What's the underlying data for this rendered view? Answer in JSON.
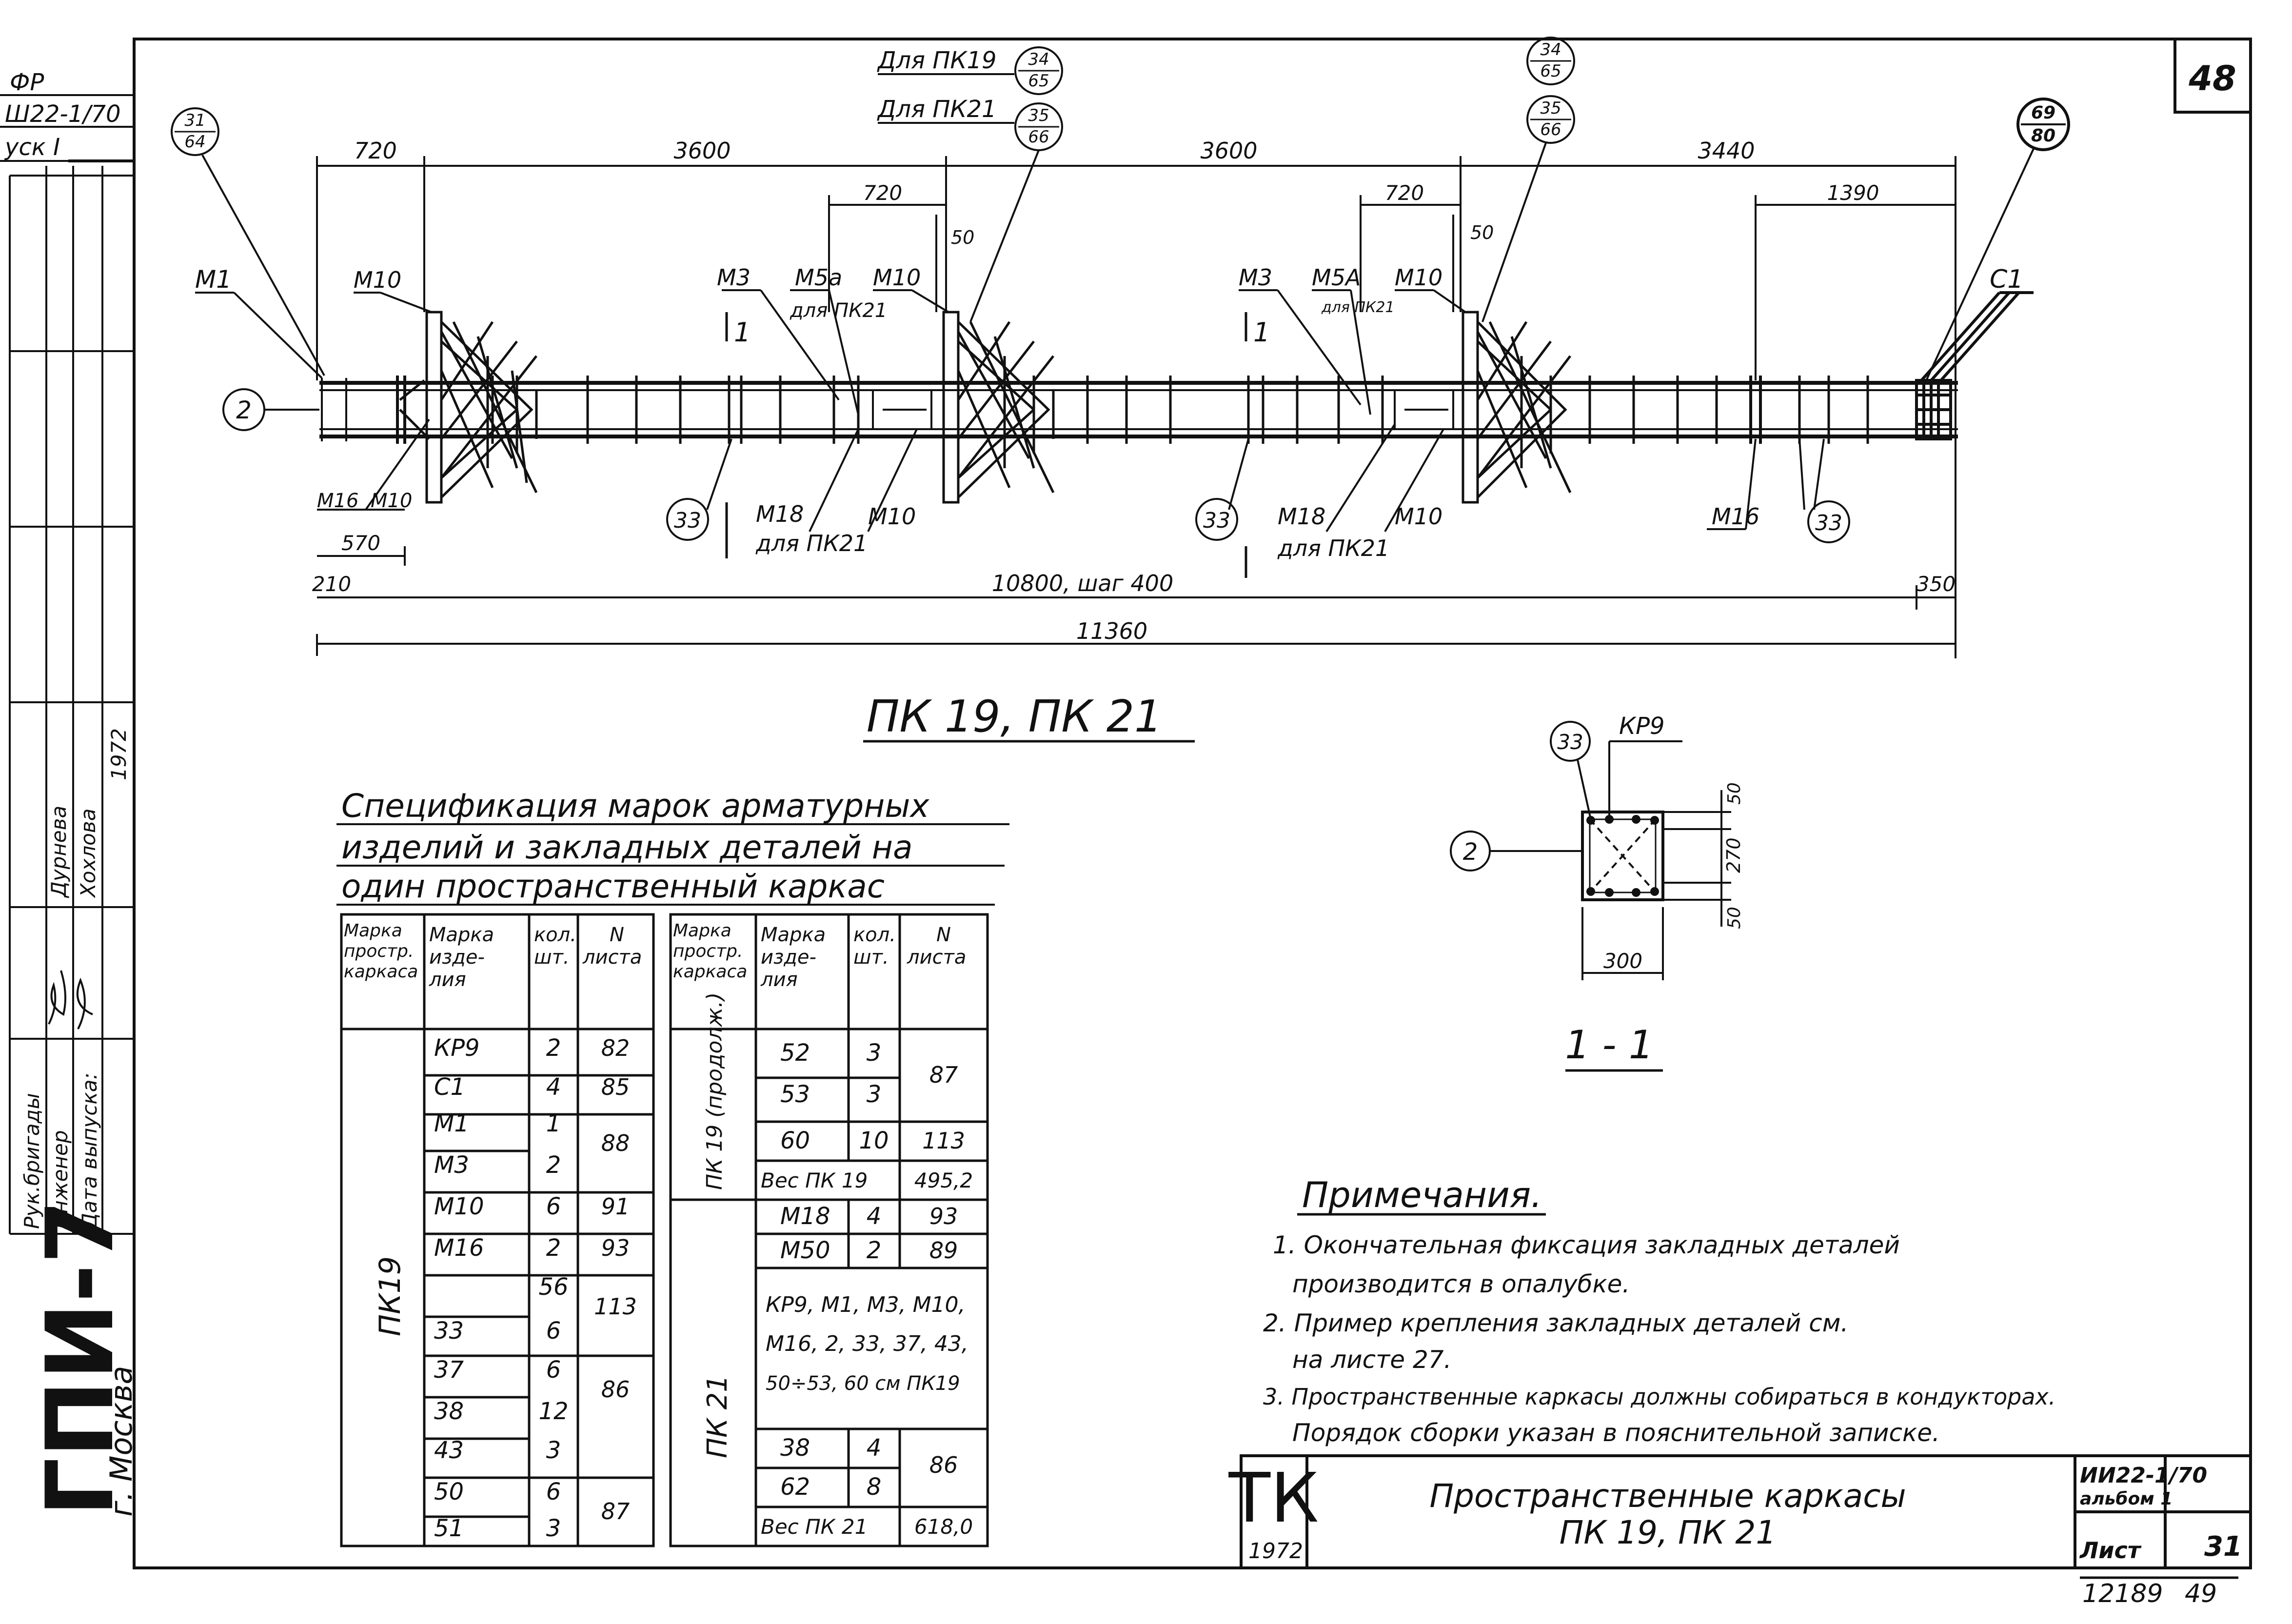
{
  "sheet_number": "48",
  "corner_stamp": {
    "line1": "ФР",
    "line2": "Ш22-1/70",
    "line3": "уск I"
  },
  "side_stamp": {
    "roles": [
      "Рук.бригады",
      "Инженер",
      "Дата выпуска:"
    ],
    "names": [
      "Дурнева",
      "Хохлова",
      "1972"
    ],
    "org": "ГПИ-7",
    "city": "г. Москва"
  },
  "plan": {
    "title": "ПК 19, ПК 21",
    "for_pk19": "Для ПК19",
    "for_pk21": "Для ПК21",
    "dims_top": [
      "720",
      "3600",
      "3600",
      "3440"
    ],
    "dims_inner": [
      "720",
      "720",
      "1390"
    ],
    "dim_50": "50",
    "dims_bottom": [
      "570",
      "210",
      "10800, шаг 400",
      "350"
    ],
    "dim_total": "11360",
    "bubbles": {
      "b3164": [
        "31",
        "64"
      ],
      "b3465": [
        "34",
        "65"
      ],
      "b3566": [
        "35",
        "66"
      ],
      "b6980": [
        "69",
        "80"
      ],
      "b2": "2",
      "b33": "33"
    },
    "labels": {
      "m1": "М1",
      "m10": "М10",
      "m3": "М3",
      "m5a": "М5а",
      "m5a_caps": "М5А",
      "for_pk21_line": "для ПК21",
      "m16": "М16",
      "m18": "М18",
      "c1": "С1",
      "section_mark": "1"
    }
  },
  "section": {
    "title": "1 - 1",
    "kp9": "КР9",
    "b33": "33",
    "b2": "2",
    "dims": [
      "50",
      "270",
      "50",
      "300"
    ]
  },
  "spec": {
    "title_lines": [
      "Спецификация марок арматурных",
      "изделий и закладных деталей на",
      "один пространственный каркас"
    ],
    "headers": [
      "Марка простр. каркаса",
      "Марка изде- лия",
      "Кол. шт.",
      "N листа"
    ],
    "left_group": "ПК19",
    "left_rows": [
      [
        "КР9",
        "2",
        "82"
      ],
      [
        "С1",
        "4",
        "85"
      ],
      [
        "М1",
        "1",
        "88"
      ],
      [
        "М3",
        "2",
        ""
      ],
      [
        "М10",
        "6",
        "91"
      ],
      [
        "М16",
        "2",
        "93"
      ],
      [
        "",
        "56",
        "113"
      ],
      [
        "33",
        "6",
        ""
      ],
      [
        "37",
        "6",
        "86"
      ],
      [
        "38",
        "12",
        ""
      ],
      [
        "43",
        "3",
        ""
      ],
      [
        "50",
        "6",
        "87"
      ],
      [
        "51",
        "3",
        ""
      ]
    ],
    "right_group1": "ПК 19 (продолж.)",
    "right_rows1": [
      [
        "52",
        "3",
        "87"
      ],
      [
        "53",
        "3",
        ""
      ],
      [
        "60",
        "10",
        "113"
      ]
    ],
    "weight19_label": "Вес ПК 19",
    "weight19_value": "495,2",
    "right_group2": "ПК 21",
    "right_rows2": [
      [
        "М18",
        "4",
        "93"
      ],
      [
        "М50",
        "2",
        "89"
      ]
    ],
    "pk21_note": [
      "КР9, М1, М3, М10,",
      "М16, 2, 33, 37, 43,",
      "50÷53, 60 см ПК19"
    ],
    "right_rows3": [
      [
        "38",
        "4",
        "86"
      ],
      [
        "62",
        "8",
        ""
      ]
    ],
    "weight21_label": "Вес ПК 21",
    "weight21_value": "618,0"
  },
  "notes": {
    "title": "Примечания.",
    "lines": [
      "1. Окончательная фиксация закладных деталей",
      "производится в опалубке.",
      "2. Пример крепления закладных деталей см.",
      "на листе 27.",
      "3. Пространственные каркасы должны собираться в кондукторах.",
      "Порядок сборки указан в пояснительной записке."
    ]
  },
  "title_block": {
    "logo": "ТК",
    "year": "1972",
    "title1": "Пространственные каркасы",
    "title2": "ПК 19, ПК 21",
    "code": "ИИ22-1/70",
    "album": "альбом 1",
    "sheet_label": "Лист",
    "sheet_value": "31",
    "archive_no": "12189",
    "archive_sheet": "49"
  }
}
